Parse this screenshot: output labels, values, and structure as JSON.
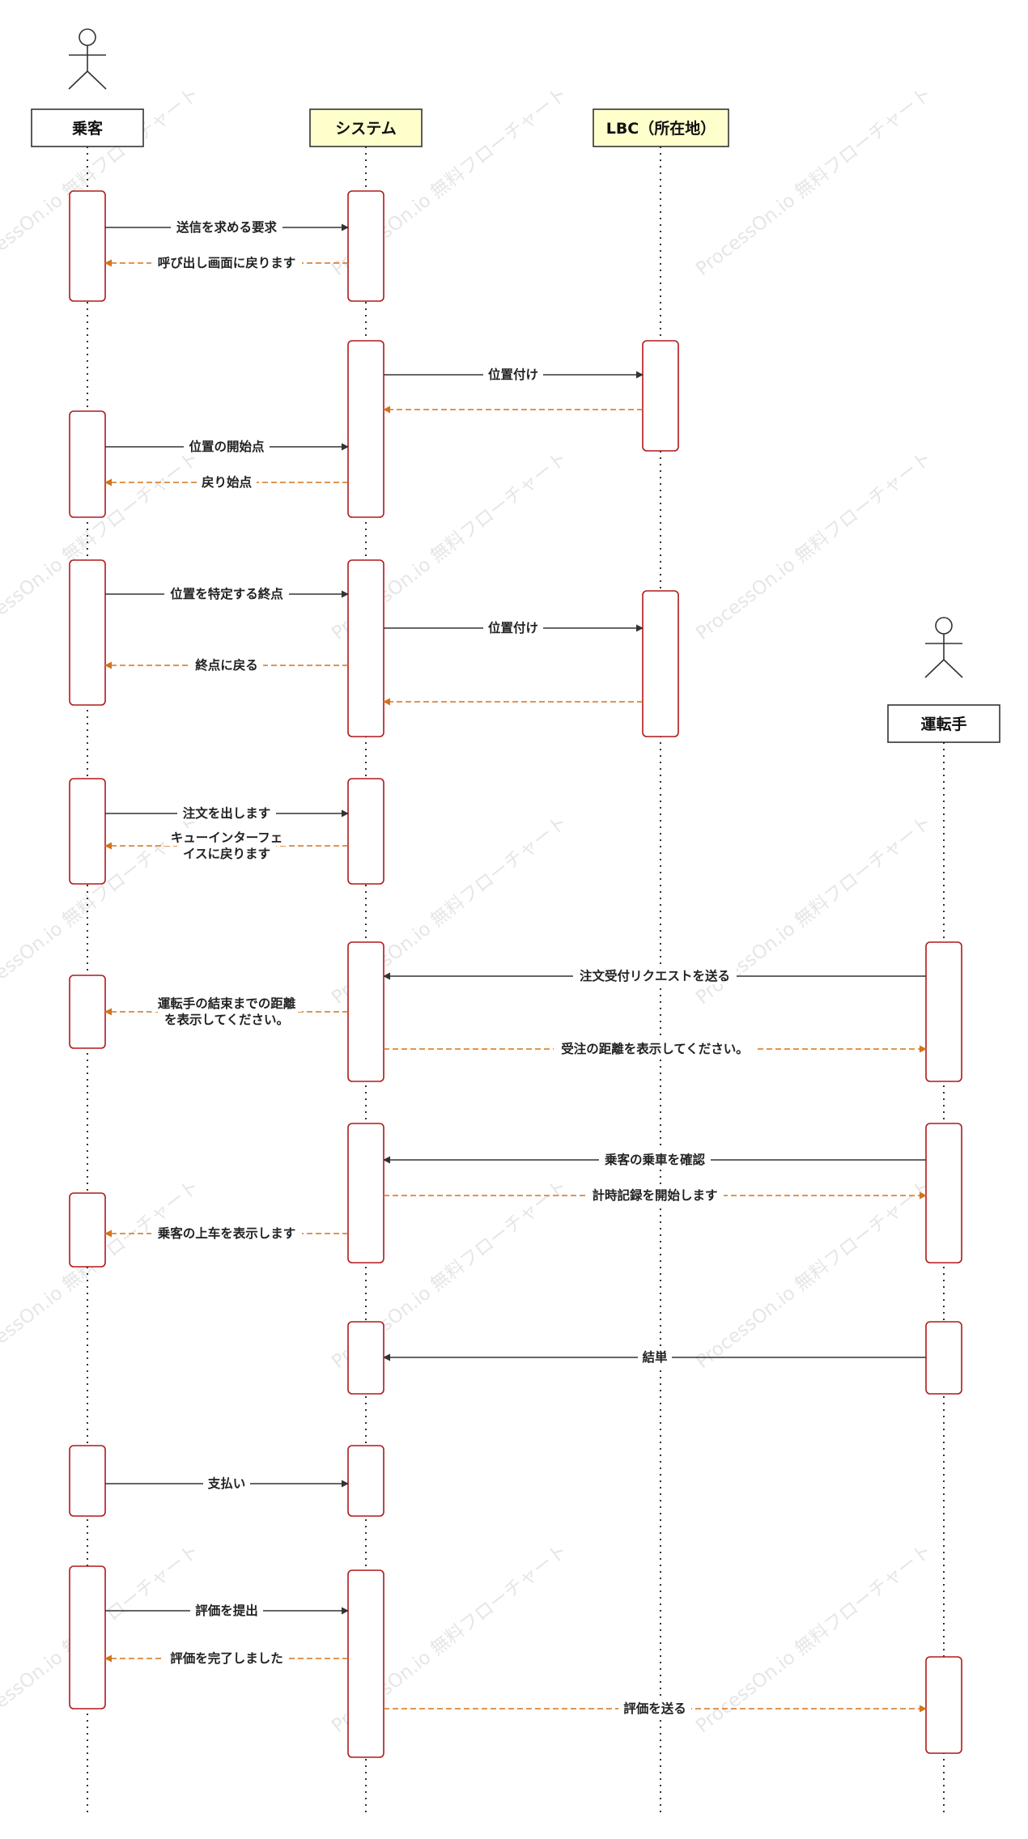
{
  "watermark": "ProcessOn.io 無料フローチャート",
  "participants": [
    {
      "id": "passenger",
      "label": "乗客",
      "actor": true,
      "fill": "#ffffff"
    },
    {
      "id": "system",
      "label": "システム",
      "actor": false,
      "fill": "#ffffcc"
    },
    {
      "id": "lbc",
      "label": "LBC（所在地）",
      "actor": false,
      "fill": "#ffffcc"
    },
    {
      "id": "driver",
      "label": "運転手",
      "actor": true,
      "fill": "#ffffff"
    }
  ],
  "messages": [
    {
      "from": "passenger",
      "to": "system",
      "label": [
        "送信を求める要求"
      ],
      "kind": "request"
    },
    {
      "from": "system",
      "to": "passenger",
      "label": [
        "呼び出し画面に戻ります"
      ],
      "kind": "return"
    },
    {
      "from": "system",
      "to": "lbc",
      "label": [
        "位置付け"
      ],
      "kind": "request"
    },
    {
      "from": "lbc",
      "to": "system",
      "label": [],
      "kind": "return"
    },
    {
      "from": "passenger",
      "to": "system",
      "label": [
        "位置の開始点"
      ],
      "kind": "request"
    },
    {
      "from": "system",
      "to": "passenger",
      "label": [
        "戻り始点"
      ],
      "kind": "return"
    },
    {
      "from": "passenger",
      "to": "system",
      "label": [
        "位置を特定する終点"
      ],
      "kind": "request"
    },
    {
      "from": "system",
      "to": "lbc",
      "label": [
        "位置付け"
      ],
      "kind": "request"
    },
    {
      "from": "system",
      "to": "passenger",
      "label": [
        "終点に戻る"
      ],
      "kind": "return"
    },
    {
      "from": "lbc",
      "to": "system",
      "label": [],
      "kind": "return"
    },
    {
      "from": "passenger",
      "to": "system",
      "label": [
        "注文を出します"
      ],
      "kind": "request"
    },
    {
      "from": "system",
      "to": "passenger",
      "label": [
        "キューインターフェ",
        "イスに戻ります"
      ],
      "kind": "return"
    },
    {
      "from": "driver",
      "to": "system",
      "label": [
        "注文受付リクエストを送る"
      ],
      "kind": "request"
    },
    {
      "from": "system",
      "to": "passenger",
      "label": [
        "運転手の結束までの距離",
        "を表示してください。"
      ],
      "kind": "return"
    },
    {
      "from": "system",
      "to": "driver",
      "label": [
        "受注の距離を表示してください。"
      ],
      "kind": "return"
    },
    {
      "from": "driver",
      "to": "system",
      "label": [
        "乗客の乗車を確認"
      ],
      "kind": "request"
    },
    {
      "from": "system",
      "to": "driver",
      "label": [
        "計時記録を開始します"
      ],
      "kind": "return"
    },
    {
      "from": "system",
      "to": "passenger",
      "label": [
        "乗客の上车を表示します"
      ],
      "kind": "return"
    },
    {
      "from": "driver",
      "to": "system",
      "label": [
        "結単"
      ],
      "kind": "request"
    },
    {
      "from": "passenger",
      "to": "system",
      "label": [
        "支払い"
      ],
      "kind": "request"
    },
    {
      "from": "passenger",
      "to": "system",
      "label": [
        "評価を提出"
      ],
      "kind": "request"
    },
    {
      "from": "system",
      "to": "passenger",
      "label": [
        "評価を完了しました"
      ],
      "kind": "return"
    },
    {
      "from": "system",
      "to": "driver",
      "label": [
        "評価を送る"
      ],
      "kind": "return"
    }
  ],
  "colors": {
    "request": "#333333",
    "return": "#d4731c",
    "activation_border": "#b01818",
    "lifeline": "#333333",
    "header_border": "#333333"
  }
}
